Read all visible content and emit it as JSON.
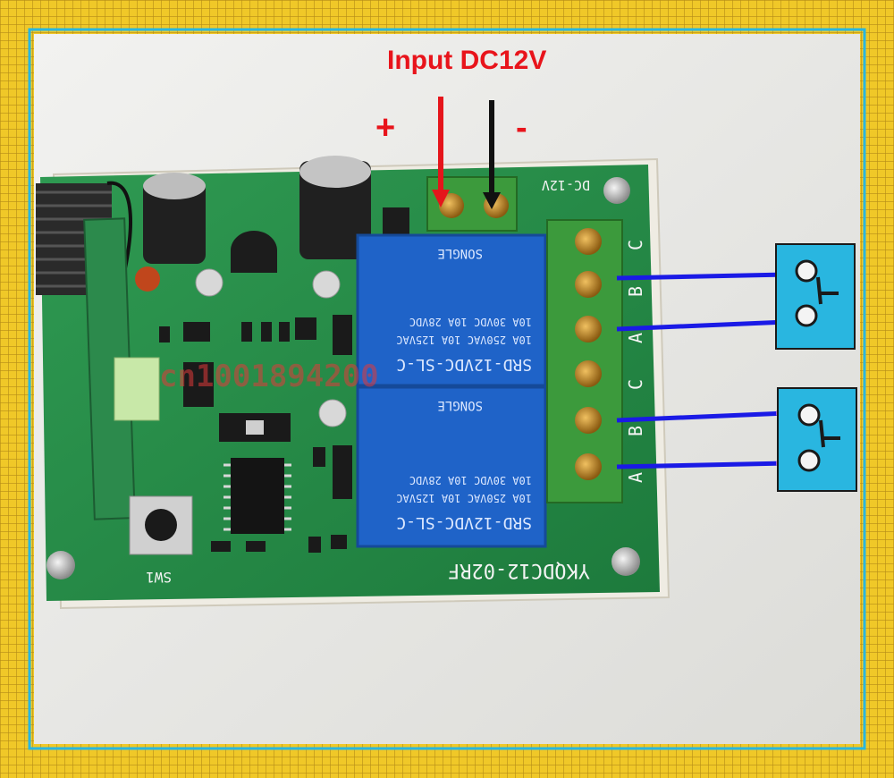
{
  "annotation": {
    "title": "Input DC12V",
    "plus": "+",
    "minus": "-",
    "title_color": "#e8141b",
    "positive_wire_color": "#e5151b",
    "negative_wire_color": "#111111",
    "output_wire_color": "#1a1ae6"
  },
  "board": {
    "model": "YKQDC12-02RF",
    "power_label": "DC-12V",
    "terminal_labels": [
      "C",
      "B",
      "A",
      "C",
      "B",
      "A"
    ],
    "button_label": "SW1",
    "watermark": "cn1001894200"
  },
  "relays": [
    {
      "brand": "SONGLE",
      "model": "SRD-12VDC-SL-C",
      "rating_1": "10A 250VAC  10A 125VAC",
      "rating_2": "10A 30VDC   10A 28VDC"
    },
    {
      "brand": "SONGLE",
      "model": "SRD-12VDC-SL-C",
      "rating_1": "10A 250VAC  10A 125VAC",
      "rating_2": "10A 30VDC   10A 28VDC"
    }
  ],
  "frame": {
    "border_color": "#f2d23a",
    "accent_color": "#29b6e0"
  }
}
